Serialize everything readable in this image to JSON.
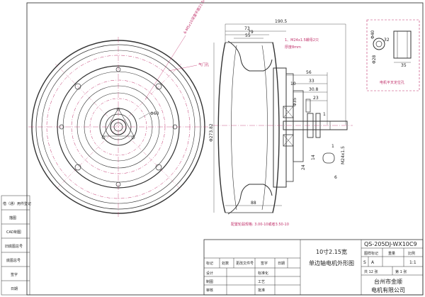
{
  "dimensions": {
    "overall_length": "190.5",
    "d73": "73",
    "d79": "79",
    "d55": "55",
    "d56": "56",
    "d33": "33",
    "d30_8": "30.8",
    "d23": "23",
    "d10": "10",
    "d1_top": "1",
    "d1_bottom": "1",
    "d88": "88",
    "phi60": "Φ60",
    "phi35": "Φ35",
    "phi273": "Φ273.82",
    "m24": "M24x1.5",
    "d14": "14",
    "d24": "24",
    "d6": "6",
    "bolt_note": "6-M5x10深度平面21.5n"
  },
  "annotations": {
    "valve_hole": "气门孔",
    "nut_note": "1、M24x1.5螺母2只",
    "nut_thickness": "厚度8mm",
    "spacer_label": "电机平叉定位孔",
    "rim_spec": "配置轮毂规格: 3.00-10或者3.50-10"
  },
  "spacer": {
    "d40": "Φ40",
    "d30": "32",
    "d35": "35",
    "d28": "Φ28"
  },
  "side_block": {
    "rows": [
      "借（通）用件登记",
      "描图",
      "CAD制图",
      "旧底图总号",
      "底图总号",
      "签字",
      "日期"
    ]
  },
  "title_block": {
    "drawing_no": "QS-205DJ-WX10C9",
    "title_line1": "10寸2.15宽",
    "title_line2": "单边轴电机外形图",
    "h_mark": "标记",
    "h_count": "处数",
    "h_file": "更改文件号",
    "h_sign": "签字",
    "h_date": "日期",
    "r_design": "设计",
    "r_draw": "制图",
    "r_review": "审核",
    "r_std": "标准化",
    "r_craft": "工艺",
    "r_approve": "批准",
    "stage_label": "图样标记",
    "weight_label": "重量",
    "scale_label": "比例",
    "mark_s": "S",
    "mark_a": "A",
    "scale_value": "1:1",
    "sheets": "共 12 张",
    "sheet_no": "第 1 张",
    "company_1": "台州市金顺",
    "company_2": "电机有限公司"
  }
}
